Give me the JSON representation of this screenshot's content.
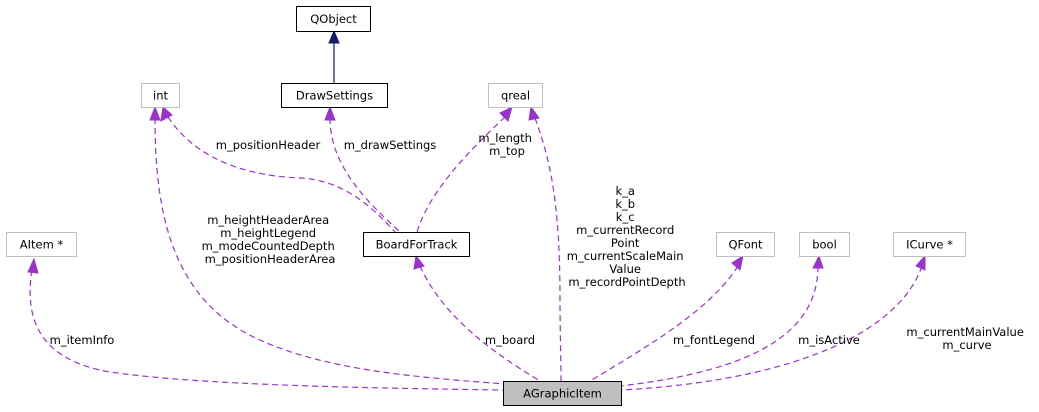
{
  "nodes": {
    "qobject": "QObject",
    "draw_settings": "DrawSettings",
    "int": "int",
    "qreal": "qreal",
    "aitem": "AItem *",
    "board_for_track": "BoardForTrack",
    "qfont": "QFont",
    "bool": "bool",
    "icurve": "ICurve *",
    "agraphic_item": "AGraphicItem"
  },
  "edge_labels": {
    "position_header": [
      "m_positionHeader"
    ],
    "draw_settings": [
      "m_drawSettings"
    ],
    "length_top": [
      "m_length",
      "m_top"
    ],
    "int_to_agraphic": [
      "m_heightHeaderArea",
      "m_heightLegend",
      "m_modeCountedDepth",
      "m_positionHeaderArea"
    ],
    "qreal_to_agraphic": [
      "k_a",
      "k_b",
      "k_c",
      "m_currentRecord",
      "Point",
      "m_currentScaleMain",
      "Value",
      "m_recordPointDepth"
    ],
    "item_info": [
      "m_itemInfo"
    ],
    "board": [
      "m_board"
    ],
    "font_legend": [
      "m_fontLegend"
    ],
    "is_active": [
      "m_isActive"
    ],
    "curve": [
      "m_currentMainValue",
      "m_curve"
    ]
  }
}
